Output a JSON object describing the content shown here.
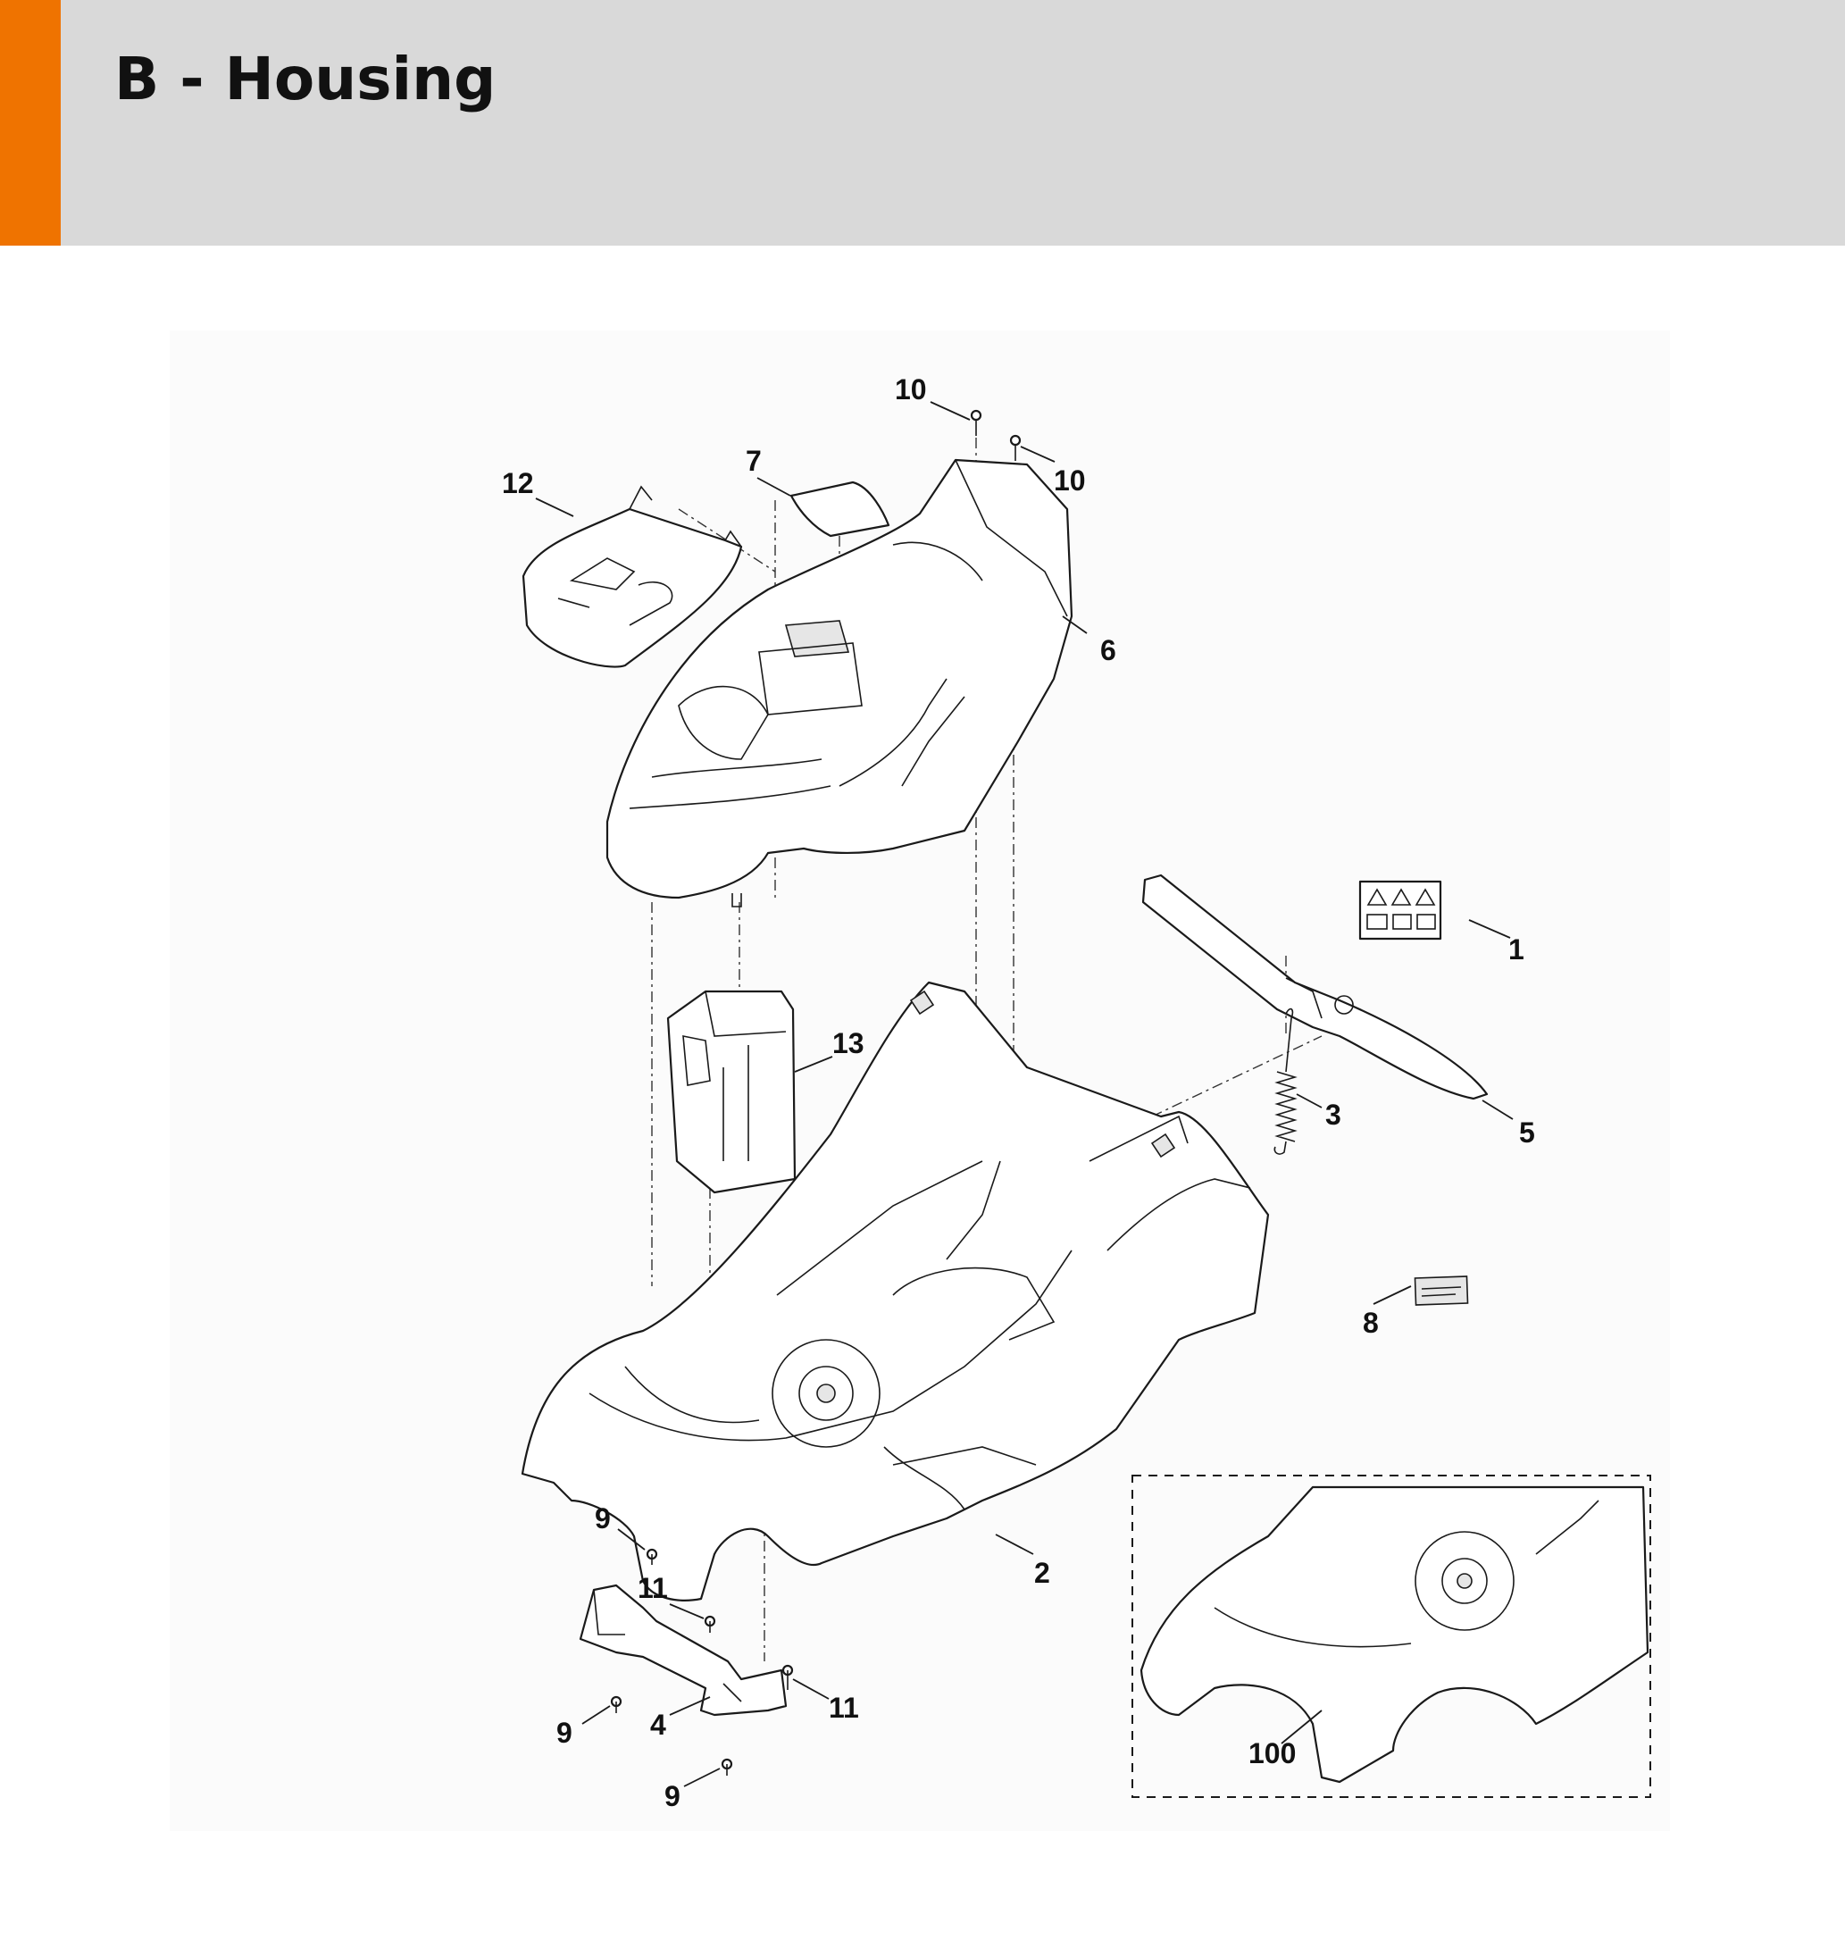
{
  "header": {
    "title": "B - Housing",
    "accent_color": "#ef7300",
    "background_color": "#d9d9d9"
  },
  "callouts": [
    {
      "id": "c10a",
      "label": "10"
    },
    {
      "id": "c10b",
      "label": "10"
    },
    {
      "id": "c7",
      "label": "7"
    },
    {
      "id": "c12",
      "label": "12"
    },
    {
      "id": "c6",
      "label": "6"
    },
    {
      "id": "c1",
      "label": "1"
    },
    {
      "id": "c13",
      "label": "13"
    },
    {
      "id": "c3",
      "label": "3"
    },
    {
      "id": "c5",
      "label": "5"
    },
    {
      "id": "c8",
      "label": "8"
    },
    {
      "id": "c9a",
      "label": "9"
    },
    {
      "id": "c11a",
      "label": "11"
    },
    {
      "id": "c2",
      "label": "2"
    },
    {
      "id": "c9b",
      "label": "9"
    },
    {
      "id": "c4",
      "label": "4"
    },
    {
      "id": "c11b",
      "label": "11"
    },
    {
      "id": "c9c",
      "label": "9"
    },
    {
      "id": "c100",
      "label": "100"
    }
  ]
}
